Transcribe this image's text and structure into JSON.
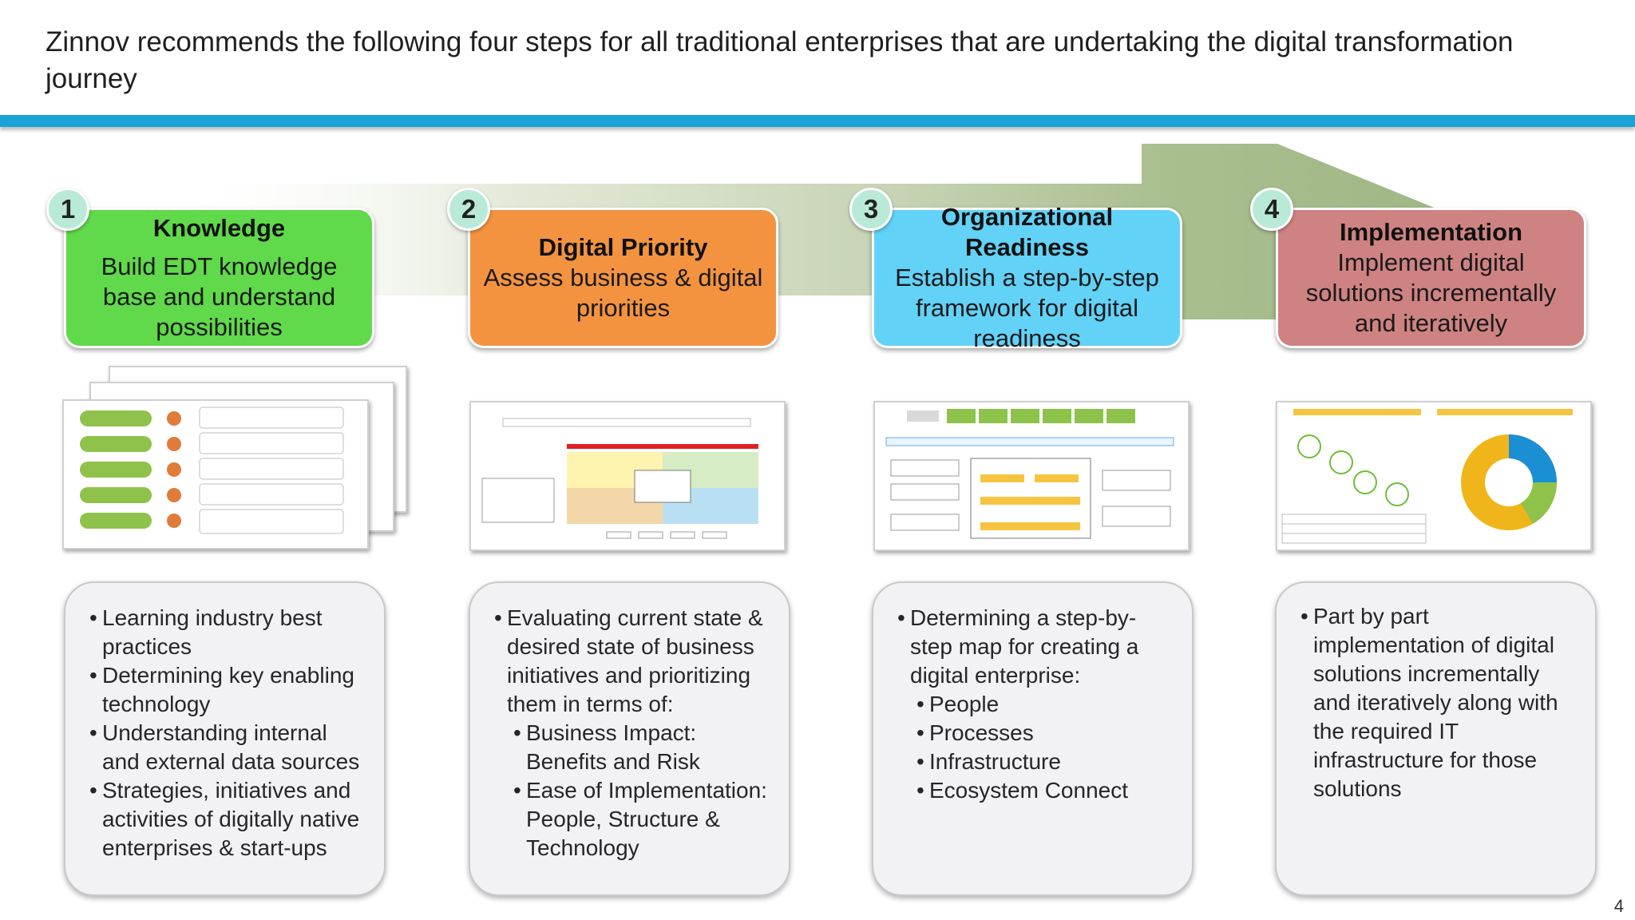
{
  "title": "Zinnov recommends the following four steps for all traditional enterprises that are undertaking the digital transformation journey",
  "colors": {
    "rule": "#1aa3d9",
    "arrow": "#a9bf8f",
    "step1": "#60d94a",
    "step2": "#f4933f",
    "step3": "#62d2f7",
    "step4": "#cf8282",
    "badge": "#b9ead8"
  },
  "steps": [
    {
      "number": "1",
      "heading": "Knowledge",
      "body": "Build EDT knowledge base and understand possibilities",
      "bullets": [
        {
          "text": "Learning industry best practices"
        },
        {
          "text": "Determining key enabling technology"
        },
        {
          "text": "Understanding internal and external data sources"
        },
        {
          "text": "Strategies, initiatives and activities of digitally native enterprises & start-ups"
        }
      ]
    },
    {
      "number": "2",
      "heading": "Digital Priority",
      "body": "Assess business & digital priorities",
      "bullets": [
        {
          "text": "Evaluating current state & desired state of business initiatives and prioritizing them in terms of:",
          "sub": [
            "Business Impact: Benefits and Risk",
            "Ease of Implementation: People, Structure & Technology"
          ]
        }
      ]
    },
    {
      "number": "3",
      "heading": "Organizational Readiness",
      "body": "Establish a step-by-step framework for digital readiness",
      "bullets": [
        {
          "text": "Determining a step-by-step map for creating a digital enterprise:",
          "sub": [
            "People",
            "Processes",
            "Infrastructure",
            "Ecosystem Connect"
          ]
        }
      ]
    },
    {
      "number": "4",
      "heading": "Implementation",
      "body": "Implement digital solutions incrementally and iteratively",
      "bullets": [
        {
          "text": "Part by part implementation of digital solutions incrementally and iteratively along with the required IT infrastructure for those solutions"
        }
      ]
    }
  ],
  "page_number": "4"
}
